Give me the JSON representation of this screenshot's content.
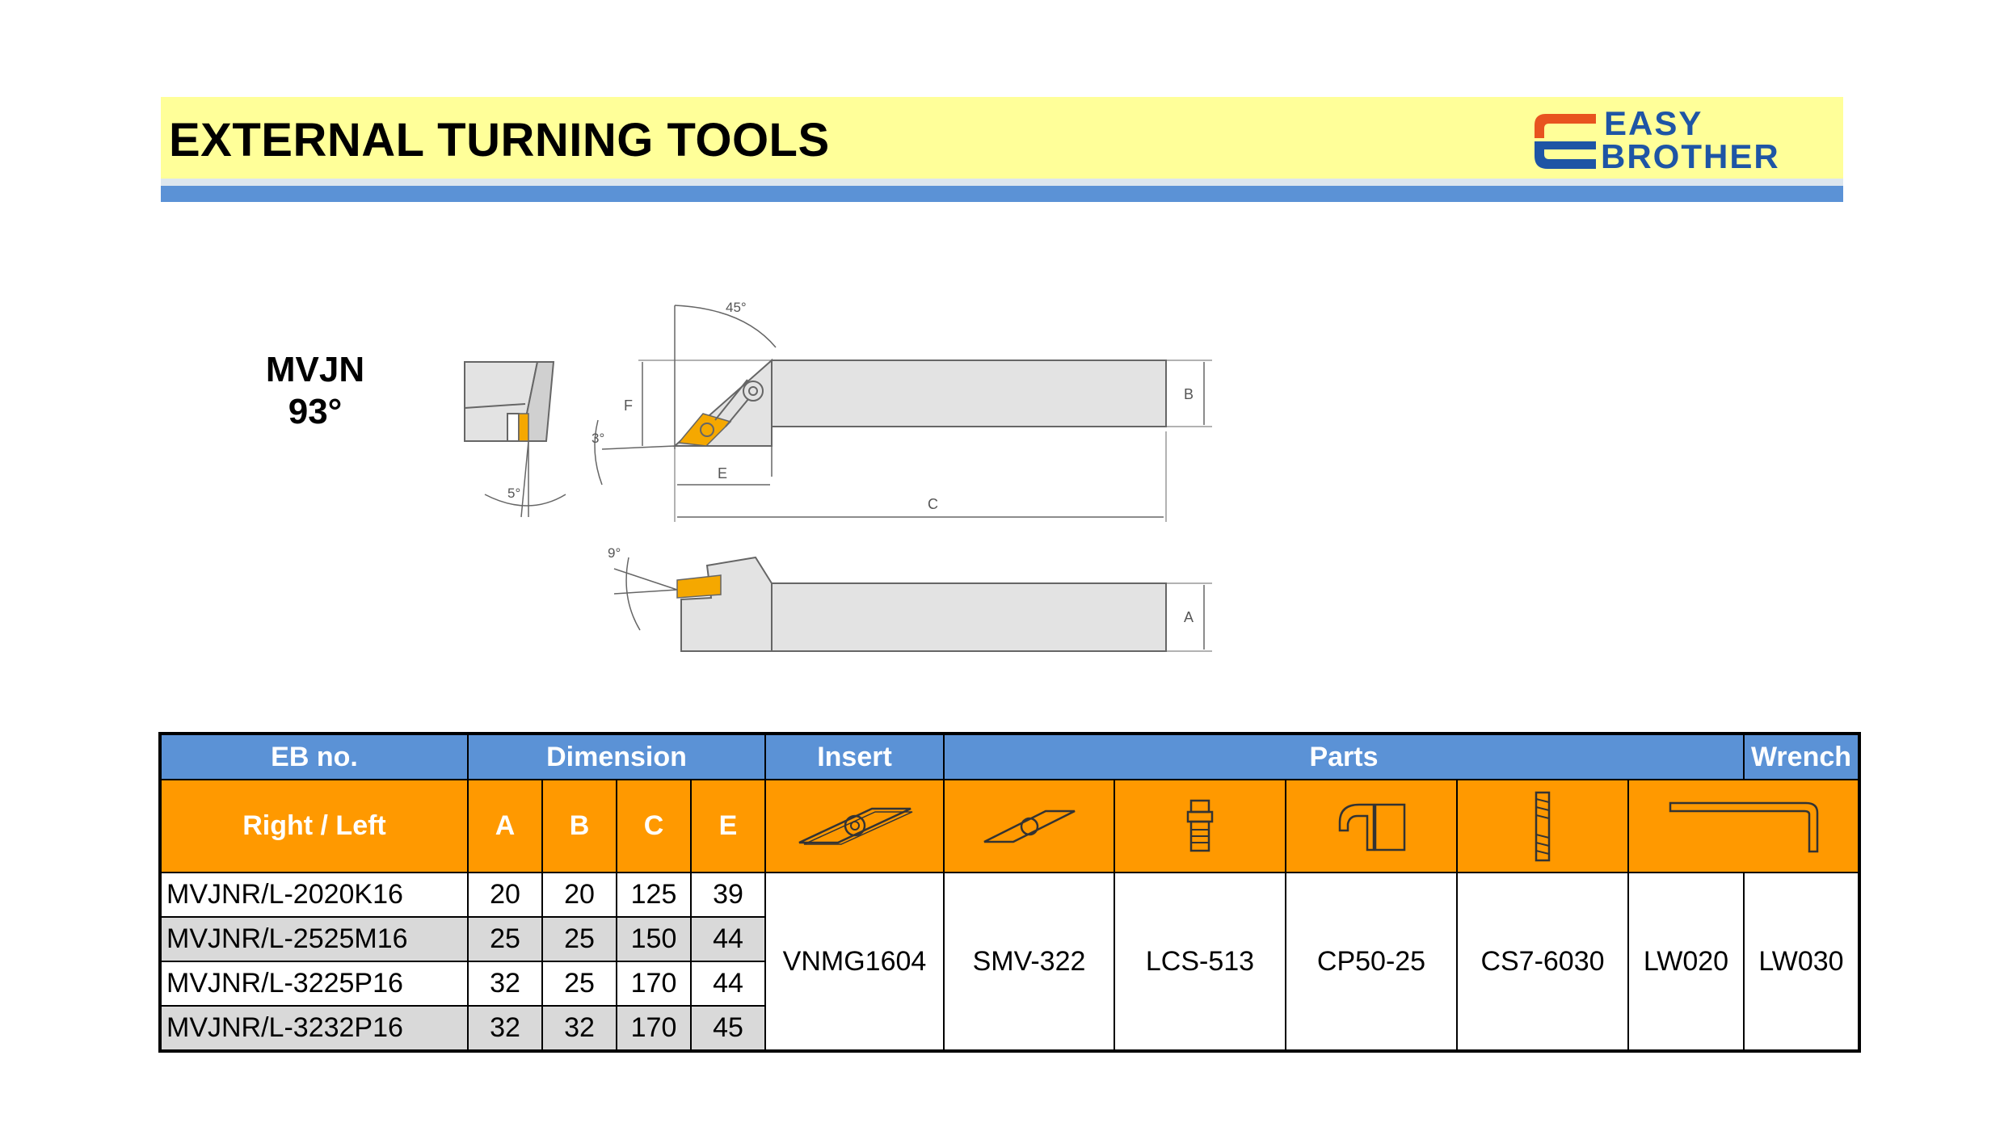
{
  "header": {
    "title": "EXTERNAL TURNING TOOLS",
    "logo": {
      "line1": "EASY",
      "line2": "BROTHER"
    },
    "colors": {
      "band": "#ffff99",
      "rule": "#5b92d6",
      "logo_blue": "#1e55a5",
      "logo_orange": "#e8541f"
    }
  },
  "tool": {
    "model": "MVJN",
    "angle": "93°"
  },
  "drawing_labels": {
    "angle_45": "45°",
    "angle_3": "3°",
    "angle_5": "5°",
    "angle_9": "9°",
    "dim_F": "F",
    "dim_E": "E",
    "dim_B": "B",
    "dim_C": "C",
    "dim_A": "A"
  },
  "table": {
    "header": {
      "eb_no": "EB no.",
      "dimension": "Dimension",
      "insert": "Insert",
      "parts": "Parts",
      "wrench": "Wrench"
    },
    "subheader": {
      "right_left": "Right / Left",
      "a": "A",
      "b": "B",
      "c": "C",
      "e": "E"
    },
    "icons": [
      "insert-vnmg-icon",
      "shim-icon",
      "clamp-screw-icon",
      "clamp-icon",
      "double-screw-icon",
      "hex-wrench-icon"
    ],
    "rows": [
      {
        "eb_no": "MVJNR/L-2020K16",
        "a": "20",
        "b": "20",
        "c": "125",
        "e": "39"
      },
      {
        "eb_no": "MVJNR/L-2525M16",
        "a": "25",
        "b": "25",
        "c": "150",
        "e": "44"
      },
      {
        "eb_no": "MVJNR/L-3225P16",
        "a": "32",
        "b": "25",
        "c": "170",
        "e": "44"
      },
      {
        "eb_no": "MVJNR/L-3232P16",
        "a": "32",
        "b": "32",
        "c": "170",
        "e": "45"
      }
    ],
    "shared": {
      "insert": "VNMG1604",
      "shim": "SMV-322",
      "screw": "LCS-513",
      "clamp": "CP50-25",
      "double_screw": "CS7-6030",
      "wrench_1": "LW020",
      "wrench_2": "LW030"
    },
    "colors": {
      "head": "#5b92d6",
      "sub": "#ff9900",
      "shade": "#d9d9d9"
    }
  }
}
